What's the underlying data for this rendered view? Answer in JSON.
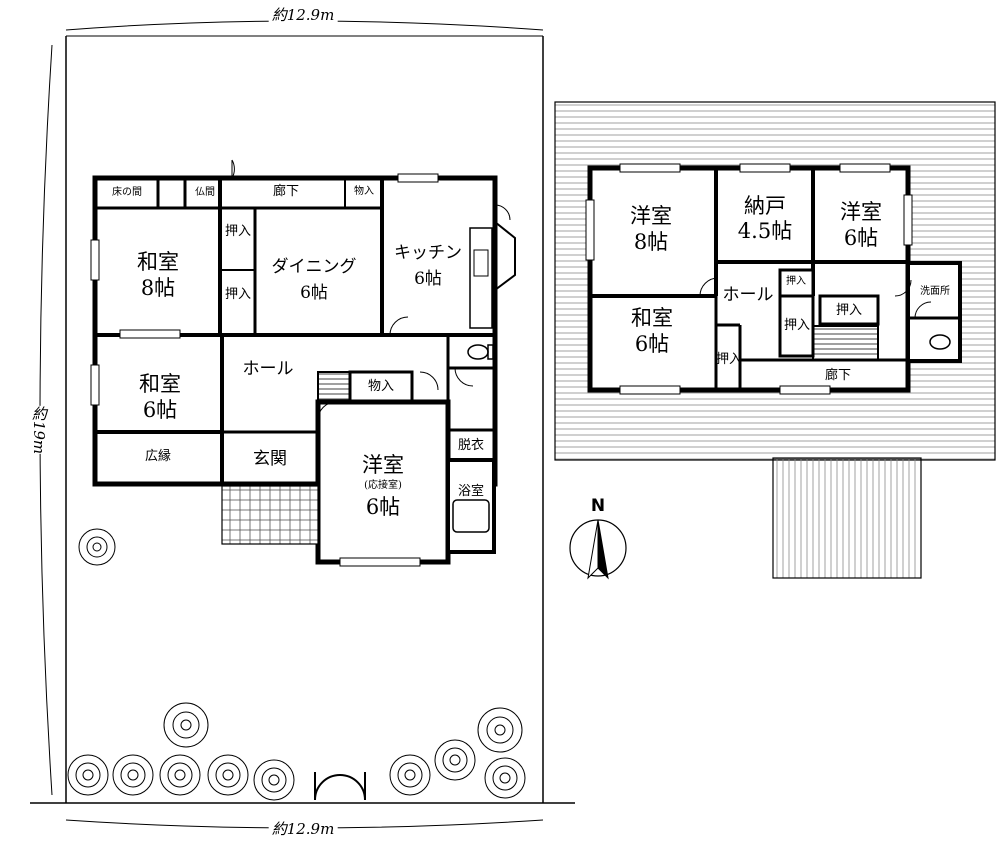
{
  "dimensions": {
    "top_width": "約12.9m",
    "bottom_width": "約12.9m",
    "depth": "約19m"
  },
  "floor1": {
    "tokonoma": "床の間",
    "butsuma": "仏間",
    "corridor": "廊下",
    "storage_corridor": "物入",
    "washitsu8_name": "和室",
    "washitsu8_size": "8帖",
    "oshiire_a": "押入",
    "oshiire_b": "押入",
    "dining_name": "ダイニング",
    "dining_size": "6帖",
    "kitchen_name": "キッチン",
    "kitchen_size": "6帖",
    "washitsu6_name": "和室",
    "washitsu6_size": "6帖",
    "hall": "ホール",
    "storage_hall": "物入",
    "engawa": "広縁",
    "genkan": "玄関",
    "youshitsu_name": "洋室",
    "youshitsu_sub": "(応接室)",
    "youshitsu_size": "6帖",
    "datsui": "脱衣",
    "bath": "浴室"
  },
  "floor2": {
    "youshitsu8_name": "洋室",
    "youshitsu8_size": "8帖",
    "nando_name": "納戸",
    "nando_size": "4.5帖",
    "youshitsu6_name": "洋室",
    "youshitsu6_size": "6帖",
    "oshiire_small": "押入",
    "hall": "ホール",
    "senmenjo": "洗面所",
    "oshiire_c": "押入",
    "oshiire_d": "押入",
    "washitsu_name": "和室",
    "washitsu_size": "6帖",
    "oshiire_e": "押入",
    "corridor": "廊下"
  },
  "compass": {
    "north": "N"
  }
}
